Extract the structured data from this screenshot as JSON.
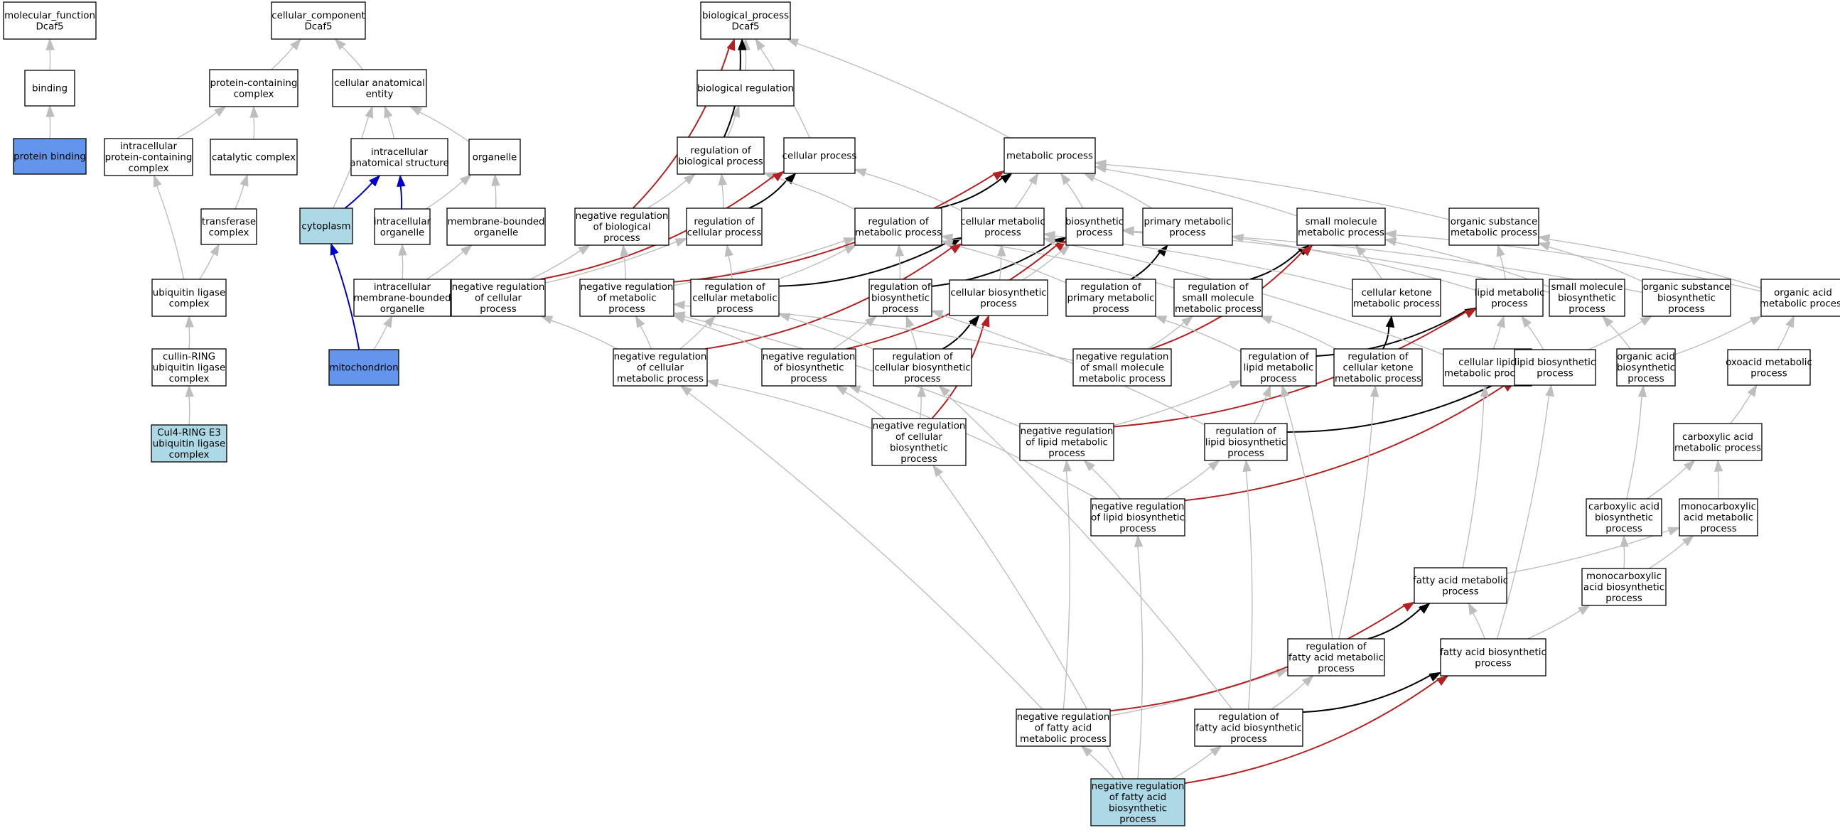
{
  "colors": {
    "default_fill": "#ffffff",
    "annotated_fill": "#6495ed",
    "light_fill": "#add8e6",
    "edge_grey": "#bebebe",
    "edge_black": "#000000",
    "edge_red": "#b22222",
    "edge_blue": "#0000cd"
  },
  "nodes": [
    {
      "id": "mf",
      "lines": [
        "molecular_function",
        "Dcaf5"
      ]
    },
    {
      "id": "binding",
      "lines": [
        "binding"
      ]
    },
    {
      "id": "protein_binding",
      "lines": [
        "protein binding"
      ],
      "style": "annotated"
    },
    {
      "id": "cc",
      "lines": [
        "cellular_component",
        "Dcaf5"
      ]
    },
    {
      "id": "pcc",
      "lines": [
        "protein-containing",
        "complex"
      ]
    },
    {
      "id": "cae",
      "lines": [
        "cellular anatomical",
        "entity"
      ]
    },
    {
      "id": "ipcc",
      "lines": [
        "intracellular",
        "protein-containing",
        "complex"
      ]
    },
    {
      "id": "catalytic",
      "lines": [
        "catalytic complex"
      ]
    },
    {
      "id": "ias",
      "lines": [
        "intracellular",
        "anatomical structure"
      ]
    },
    {
      "id": "organelle",
      "lines": [
        "organelle"
      ]
    },
    {
      "id": "transferase",
      "lines": [
        "transferase",
        "complex"
      ]
    },
    {
      "id": "cytoplasm",
      "lines": [
        "cytoplasm"
      ],
      "style": "light"
    },
    {
      "id": "intra_org",
      "lines": [
        "intracellular",
        "organelle"
      ]
    },
    {
      "id": "mbo",
      "lines": [
        "membrane-bounded",
        "organelle"
      ]
    },
    {
      "id": "ulc",
      "lines": [
        "ubiquitin ligase",
        "complex"
      ]
    },
    {
      "id": "imbo",
      "lines": [
        "intracellular",
        "membrane-bounded",
        "organelle"
      ]
    },
    {
      "id": "crl",
      "lines": [
        "cullin-RING",
        "ubiquitin ligase",
        "complex"
      ]
    },
    {
      "id": "mito",
      "lines": [
        "mitochondrion"
      ],
      "style": "annotated"
    },
    {
      "id": "cul4",
      "lines": [
        "Cul4-RING E3",
        "ubiquitin ligase",
        "complex"
      ],
      "style": "light"
    },
    {
      "id": "bp",
      "lines": [
        "biological_process",
        "Dcaf5"
      ]
    },
    {
      "id": "breg",
      "lines": [
        "biological regulation"
      ]
    },
    {
      "id": "rbp",
      "lines": [
        "regulation of",
        "biological process"
      ]
    },
    {
      "id": "cp",
      "lines": [
        "cellular process"
      ]
    },
    {
      "id": "mp",
      "lines": [
        "metabolic process"
      ]
    },
    {
      "id": "nrbp",
      "lines": [
        "negative regulation",
        "of biological",
        "process"
      ]
    },
    {
      "id": "rcp",
      "lines": [
        "regulation of",
        "cellular process"
      ]
    },
    {
      "id": "rmp",
      "lines": [
        "regulation of",
        "metabolic process"
      ]
    },
    {
      "id": "cmp",
      "lines": [
        "cellular metabolic",
        "process"
      ]
    },
    {
      "id": "bsp",
      "lines": [
        "biosynthetic",
        "process"
      ]
    },
    {
      "id": "pmp",
      "lines": [
        "primary metabolic",
        "process"
      ]
    },
    {
      "id": "smmp",
      "lines": [
        "small molecule",
        "metabolic process"
      ]
    },
    {
      "id": "osmp",
      "lines": [
        "organic substance",
        "metabolic process"
      ]
    },
    {
      "id": "nrcp",
      "lines": [
        "negative regulation",
        "of cellular",
        "process"
      ]
    },
    {
      "id": "nrmp",
      "lines": [
        "negative regulation",
        "of metabolic",
        "process"
      ]
    },
    {
      "id": "rcmp",
      "lines": [
        "regulation of",
        "cellular metabolic",
        "process"
      ]
    },
    {
      "id": "rbsp",
      "lines": [
        "regulation of",
        "biosynthetic",
        "process"
      ]
    },
    {
      "id": "cbsp",
      "lines": [
        "cellular biosynthetic",
        "process"
      ]
    },
    {
      "id": "rpmp",
      "lines": [
        "regulation of",
        "primary metabolic",
        "process"
      ]
    },
    {
      "id": "rsmmp",
      "lines": [
        "regulation of",
        "small molecule",
        "metabolic process"
      ]
    },
    {
      "id": "ckmp",
      "lines": [
        "cellular ketone",
        "metabolic process"
      ]
    },
    {
      "id": "lmp",
      "lines": [
        "lipid metabolic",
        "process"
      ]
    },
    {
      "id": "smbp",
      "lines": [
        "small molecule",
        "biosynthetic",
        "process"
      ]
    },
    {
      "id": "osbp",
      "lines": [
        "organic substance",
        "biosynthetic",
        "process"
      ]
    },
    {
      "id": "oamp",
      "lines": [
        "organic acid",
        "metabolic process"
      ]
    },
    {
      "id": "nrcmp",
      "lines": [
        "negative regulation",
        "of cellular",
        "metabolic process"
      ]
    },
    {
      "id": "nrbsp",
      "lines": [
        "negative regulation",
        "of biosynthetic",
        "process"
      ]
    },
    {
      "id": "rcbp",
      "lines": [
        "regulation of",
        "cellular biosynthetic",
        "process"
      ]
    },
    {
      "id": "nrsmmp",
      "lines": [
        "negative regulation",
        "of small molecule",
        "metabolic process"
      ]
    },
    {
      "id": "rlmp",
      "lines": [
        "regulation of",
        "lipid metabolic",
        "process"
      ]
    },
    {
      "id": "rckmp",
      "lines": [
        "regulation of",
        "cellular ketone",
        "metabolic process"
      ]
    },
    {
      "id": "clmp",
      "lines": [
        "cellular lipid",
        "metabolic process"
      ]
    },
    {
      "id": "lbp",
      "lines": [
        "lipid biosynthetic",
        "process"
      ]
    },
    {
      "id": "oabp",
      "lines": [
        "organic acid",
        "biosynthetic",
        "process"
      ]
    },
    {
      "id": "oxmp",
      "lines": [
        "oxoacid metabolic",
        "process"
      ]
    },
    {
      "id": "nrcbp",
      "lines": [
        "negative regulation",
        "of cellular",
        "biosynthetic",
        "process"
      ]
    },
    {
      "id": "nrlmp",
      "lines": [
        "negative regulation",
        "of lipid metabolic",
        "process"
      ]
    },
    {
      "id": "rlbp",
      "lines": [
        "regulation of",
        "lipid biosynthetic",
        "process"
      ]
    },
    {
      "id": "camp",
      "lines": [
        "carboxylic acid",
        "metabolic process"
      ]
    },
    {
      "id": "nrlbp",
      "lines": [
        "negative regulation",
        "of lipid biosynthetic",
        "process"
      ]
    },
    {
      "id": "cabp",
      "lines": [
        "carboxylic acid",
        "biosynthetic",
        "process"
      ]
    },
    {
      "id": "mcamp",
      "lines": [
        "monocarboxylic",
        "acid metabolic",
        "process"
      ]
    },
    {
      "id": "famp",
      "lines": [
        "fatty acid metabolic",
        "process"
      ]
    },
    {
      "id": "mcabp",
      "lines": [
        "monocarboxylic",
        "acid biosynthetic",
        "process"
      ]
    },
    {
      "id": "rfamp",
      "lines": [
        "regulation of",
        "fatty acid metabolic",
        "process"
      ]
    },
    {
      "id": "fabp",
      "lines": [
        "fatty acid biosynthetic",
        "process"
      ]
    },
    {
      "id": "nrfamp",
      "lines": [
        "negative regulation",
        "of fatty acid",
        "metabolic process"
      ]
    },
    {
      "id": "rfabp",
      "lines": [
        "regulation of",
        "fatty acid biosynthetic",
        "process"
      ]
    },
    {
      "id": "nrfabp",
      "lines": [
        "negative regulation",
        "of fatty acid",
        "biosynthetic",
        "process"
      ],
      "style": "light"
    }
  ],
  "edges": [
    {
      "from": "binding",
      "to": "mf",
      "kind": "is_a"
    },
    {
      "from": "protein_binding",
      "to": "binding",
      "kind": "is_a"
    },
    {
      "from": "pcc",
      "to": "cc",
      "kind": "is_a"
    },
    {
      "from": "cae",
      "to": "cc",
      "kind": "is_a"
    },
    {
      "from": "ipcc",
      "to": "pcc",
      "kind": "is_a"
    },
    {
      "from": "catalytic",
      "to": "pcc",
      "kind": "is_a"
    },
    {
      "from": "transferase",
      "to": "catalytic",
      "kind": "is_a"
    },
    {
      "from": "ulc",
      "to": "transferase",
      "kind": "is_a"
    },
    {
      "from": "ulc",
      "to": "ipcc",
      "kind": "is_a"
    },
    {
      "from": "crl",
      "to": "ulc",
      "kind": "is_a"
    },
    {
      "from": "cul4",
      "to": "crl",
      "kind": "is_a"
    },
    {
      "from": "ias",
      "to": "cae",
      "kind": "is_a"
    },
    {
      "from": "organelle",
      "to": "cae",
      "kind": "is_a"
    },
    {
      "from": "cytoplasm",
      "to": "cae",
      "kind": "is_a"
    },
    {
      "from": "cytoplasm",
      "to": "ias",
      "kind": "part_of"
    },
    {
      "from": "intra_org",
      "to": "ias",
      "kind": "part_of"
    },
    {
      "from": "intra_org",
      "to": "organelle",
      "kind": "is_a"
    },
    {
      "from": "mbo",
      "to": "organelle",
      "kind": "is_a"
    },
    {
      "from": "imbo",
      "to": "intra_org",
      "kind": "is_a"
    },
    {
      "from": "imbo",
      "to": "mbo",
      "kind": "is_a"
    },
    {
      "from": "mito",
      "to": "cytoplasm",
      "kind": "part_of"
    },
    {
      "from": "mito",
      "to": "imbo",
      "kind": "is_a"
    },
    {
      "from": "breg",
      "to": "bp",
      "kind": "is_a"
    },
    {
      "from": "rbp",
      "to": "breg",
      "kind": "is_a"
    },
    {
      "from": "rbp",
      "to": "bp",
      "kind": "regulates"
    },
    {
      "from": "cp",
      "to": "bp",
      "kind": "is_a"
    },
    {
      "from": "mp",
      "to": "bp",
      "kind": "is_a"
    },
    {
      "from": "nrbp",
      "to": "rbp",
      "kind": "is_a"
    },
    {
      "from": "nrbp",
      "to": "bp",
      "kind": "neg"
    },
    {
      "from": "rcp",
      "to": "rbp",
      "kind": "is_a"
    },
    {
      "from": "rcp",
      "to": "cp",
      "kind": "regulates"
    },
    {
      "from": "rmp",
      "to": "rbp",
      "kind": "is_a"
    },
    {
      "from": "rmp",
      "to": "mp",
      "kind": "regulates"
    },
    {
      "from": "cmp",
      "to": "cp",
      "kind": "is_a"
    },
    {
      "from": "cmp",
      "to": "mp",
      "kind": "is_a"
    },
    {
      "from": "bsp",
      "to": "mp",
      "kind": "is_a"
    },
    {
      "from": "pmp",
      "to": "mp",
      "kind": "is_a"
    },
    {
      "from": "smmp",
      "to": "mp",
      "kind": "is_a"
    },
    {
      "from": "osmp",
      "to": "mp",
      "kind": "is_a"
    },
    {
      "from": "nrcp",
      "to": "nrbp",
      "kind": "is_a"
    },
    {
      "from": "nrcp",
      "to": "rcp",
      "kind": "is_a"
    },
    {
      "from": "nrcp",
      "to": "cp",
      "kind": "neg"
    },
    {
      "from": "nrmp",
      "to": "nrbp",
      "kind": "is_a"
    },
    {
      "from": "nrmp",
      "to": "rmp",
      "kind": "is_a"
    },
    {
      "from": "nrmp",
      "to": "mp",
      "kind": "neg"
    },
    {
      "from": "rcmp",
      "to": "rcp",
      "kind": "is_a"
    },
    {
      "from": "rcmp",
      "to": "rmp",
      "kind": "is_a"
    },
    {
      "from": "rcmp",
      "to": "cmp",
      "kind": "regulates"
    },
    {
      "from": "rbsp",
      "to": "rmp",
      "kind": "is_a"
    },
    {
      "from": "rbsp",
      "to": "bsp",
      "kind": "regulates"
    },
    {
      "from": "cbsp",
      "to": "cmp",
      "kind": "is_a"
    },
    {
      "from": "cbsp",
      "to": "bsp",
      "kind": "is_a"
    },
    {
      "from": "rpmp",
      "to": "rmp",
      "kind": "is_a"
    },
    {
      "from": "rpmp",
      "to": "pmp",
      "kind": "regulates"
    },
    {
      "from": "rsmmp",
      "to": "rmp",
      "kind": "is_a"
    },
    {
      "from": "rsmmp",
      "to": "smmp",
      "kind": "regulates"
    },
    {
      "from": "ckmp",
      "to": "smmp",
      "kind": "is_a"
    },
    {
      "from": "ckmp",
      "to": "cmp",
      "kind": "is_a"
    },
    {
      "from": "lmp",
      "to": "pmp",
      "kind": "is_a"
    },
    {
      "from": "lmp",
      "to": "osmp",
      "kind": "is_a"
    },
    {
      "from": "smbp",
      "to": "smmp",
      "kind": "is_a"
    },
    {
      "from": "smbp",
      "to": "bsp",
      "kind": "is_a"
    },
    {
      "from": "osbp",
      "to": "osmp",
      "kind": "is_a"
    },
    {
      "from": "osbp",
      "to": "bsp",
      "kind": "is_a"
    },
    {
      "from": "oamp",
      "to": "smmp",
      "kind": "is_a"
    },
    {
      "from": "oamp",
      "to": "osmp",
      "kind": "is_a"
    },
    {
      "from": "nrcmp",
      "to": "nrcp",
      "kind": "is_a"
    },
    {
      "from": "nrcmp",
      "to": "nrmp",
      "kind": "is_a"
    },
    {
      "from": "nrcmp",
      "to": "rcmp",
      "kind": "is_a"
    },
    {
      "from": "nrcmp",
      "to": "cmp",
      "kind": "neg"
    },
    {
      "from": "nrbsp",
      "to": "nrmp",
      "kind": "is_a"
    },
    {
      "from": "nrbsp",
      "to": "rbsp",
      "kind": "is_a"
    },
    {
      "from": "nrbsp",
      "to": "bsp",
      "kind": "neg"
    },
    {
      "from": "rcbp",
      "to": "rcmp",
      "kind": "is_a"
    },
    {
      "from": "rcbp",
      "to": "rbsp",
      "kind": "is_a"
    },
    {
      "from": "rcbp",
      "to": "cbsp",
      "kind": "regulates"
    },
    {
      "from": "nrsmmp",
      "to": "nrmp",
      "kind": "is_a"
    },
    {
      "from": "nrsmmp",
      "to": "rsmmp",
      "kind": "is_a"
    },
    {
      "from": "nrsmmp",
      "to": "smmp",
      "kind": "neg"
    },
    {
      "from": "rlmp",
      "to": "rpmp",
      "kind": "is_a"
    },
    {
      "from": "rlmp",
      "to": "lmp",
      "kind": "regulates"
    },
    {
      "from": "rckmp",
      "to": "rsmmp",
      "kind": "is_a"
    },
    {
      "from": "rckmp",
      "to": "ckmp",
      "kind": "regulates"
    },
    {
      "from": "clmp",
      "to": "lmp",
      "kind": "is_a"
    },
    {
      "from": "clmp",
      "to": "cmp",
      "kind": "is_a"
    },
    {
      "from": "lbp",
      "to": "lmp",
      "kind": "is_a"
    },
    {
      "from": "lbp",
      "to": "osbp",
      "kind": "is_a"
    },
    {
      "from": "oabp",
      "to": "oamp",
      "kind": "is_a"
    },
    {
      "from": "oabp",
      "to": "smbp",
      "kind": "is_a"
    },
    {
      "from": "oxmp",
      "to": "oamp",
      "kind": "is_a"
    },
    {
      "from": "nrcbp",
      "to": "nrcmp",
      "kind": "is_a"
    },
    {
      "from": "nrcbp",
      "to": "nrbsp",
      "kind": "is_a"
    },
    {
      "from": "nrcbp",
      "to": "rcbp",
      "kind": "is_a"
    },
    {
      "from": "nrcbp",
      "to": "cbsp",
      "kind": "neg"
    },
    {
      "from": "nrlmp",
      "to": "nrmp",
      "kind": "is_a"
    },
    {
      "from": "nrlmp",
      "to": "rlmp",
      "kind": "is_a"
    },
    {
      "from": "nrlmp",
      "to": "lmp",
      "kind": "neg"
    },
    {
      "from": "rlbp",
      "to": "rlmp",
      "kind": "is_a"
    },
    {
      "from": "rlbp",
      "to": "rbsp",
      "kind": "is_a"
    },
    {
      "from": "rlbp",
      "to": "lbp",
      "kind": "regulates"
    },
    {
      "from": "camp",
      "to": "oxmp",
      "kind": "is_a"
    },
    {
      "from": "nrlbp",
      "to": "nrlmp",
      "kind": "is_a"
    },
    {
      "from": "nrlbp",
      "to": "rlbp",
      "kind": "is_a"
    },
    {
      "from": "nrlbp",
      "to": "nrbsp",
      "kind": "is_a"
    },
    {
      "from": "nrlbp",
      "to": "lbp",
      "kind": "neg"
    },
    {
      "from": "cabp",
      "to": "camp",
      "kind": "is_a"
    },
    {
      "from": "cabp",
      "to": "oabp",
      "kind": "is_a"
    },
    {
      "from": "mcamp",
      "to": "camp",
      "kind": "is_a"
    },
    {
      "from": "famp",
      "to": "mcamp",
      "kind": "is_a"
    },
    {
      "from": "famp",
      "to": "clmp",
      "kind": "is_a"
    },
    {
      "from": "mcabp",
      "to": "mcamp",
      "kind": "is_a"
    },
    {
      "from": "mcabp",
      "to": "cabp",
      "kind": "is_a"
    },
    {
      "from": "rfamp",
      "to": "rlmp",
      "kind": "is_a"
    },
    {
      "from": "rfamp",
      "to": "rckmp",
      "kind": "is_a"
    },
    {
      "from": "rfamp",
      "to": "famp",
      "kind": "regulates"
    },
    {
      "from": "fabp",
      "to": "famp",
      "kind": "is_a"
    },
    {
      "from": "fabp",
      "to": "mcabp",
      "kind": "is_a"
    },
    {
      "from": "fabp",
      "to": "lbp",
      "kind": "is_a"
    },
    {
      "from": "nrfamp",
      "to": "nrcmp",
      "kind": "is_a"
    },
    {
      "from": "nrfamp",
      "to": "nrlmp",
      "kind": "is_a"
    },
    {
      "from": "nrfamp",
      "to": "rfamp",
      "kind": "is_a"
    },
    {
      "from": "nrfamp",
      "to": "famp",
      "kind": "neg"
    },
    {
      "from": "rfabp",
      "to": "rfamp",
      "kind": "is_a"
    },
    {
      "from": "rfabp",
      "to": "rlbp",
      "kind": "is_a"
    },
    {
      "from": "rfabp",
      "to": "rcbp",
      "kind": "is_a"
    },
    {
      "from": "rfabp",
      "to": "fabp",
      "kind": "regulates"
    },
    {
      "from": "nrfabp",
      "to": "nrfamp",
      "kind": "is_a"
    },
    {
      "from": "nrfabp",
      "to": "rfabp",
      "kind": "is_a"
    },
    {
      "from": "nrfabp",
      "to": "nrlbp",
      "kind": "is_a"
    },
    {
      "from": "nrfabp",
      "to": "nrcbp",
      "kind": "is_a"
    },
    {
      "from": "nrfabp",
      "to": "fabp",
      "kind": "neg"
    }
  ]
}
